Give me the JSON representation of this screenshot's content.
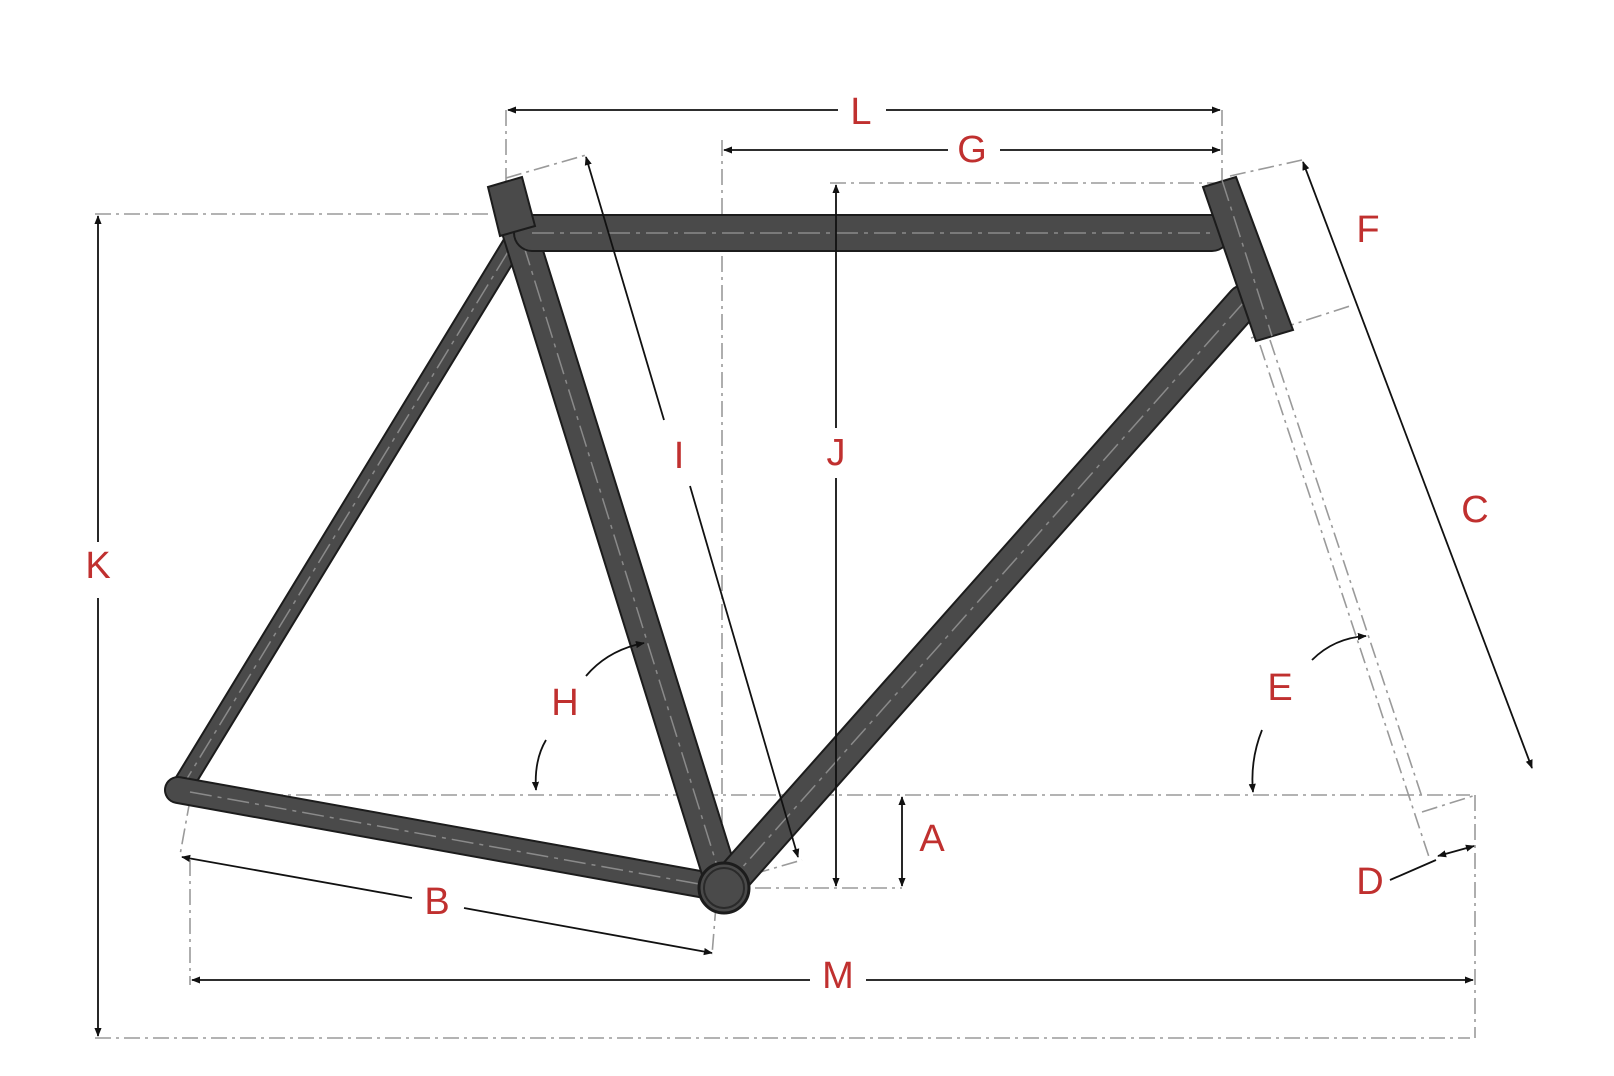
{
  "colors": {
    "tube": "#4a4a4a",
    "tube_outline": "#1c1c1c",
    "label": "#c0302f",
    "dimension_line": "#111111",
    "guide_line": "#9a9a9a",
    "background": "#ffffff"
  },
  "labels": {
    "A": "A",
    "B": "B",
    "C": "C",
    "D": "D",
    "E": "E",
    "F": "F",
    "G": "G",
    "H": "H",
    "I": "I",
    "J": "J",
    "K": "K",
    "L": "L",
    "M": "M"
  }
}
